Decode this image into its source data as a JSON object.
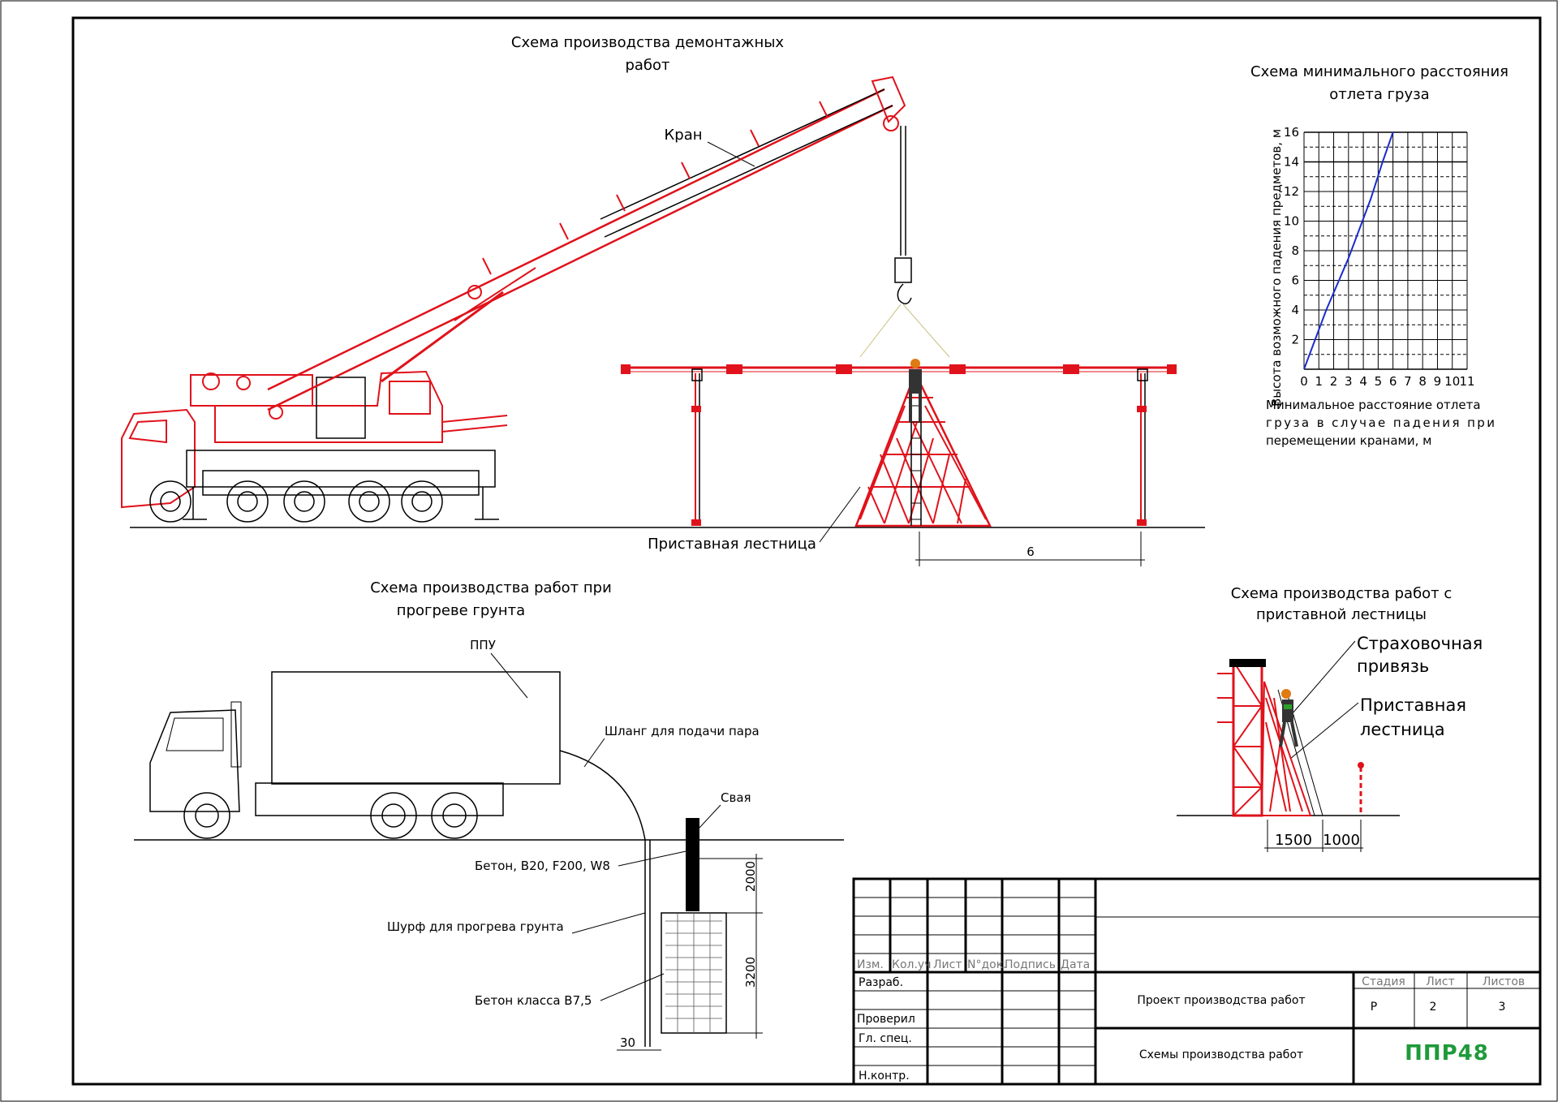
{
  "crane_scheme": {
    "title_line1": "Схема производства демонтажных",
    "title_line2": "работ",
    "crane_label": "Кран",
    "ladder_label": "Приставная лестница",
    "dimension": "6"
  },
  "distance_chart": {
    "title_line1": "Схема минимального расстояния",
    "title_line2": "отлета груза",
    "caption_line1": "Минимальное расстояние отлета",
    "caption_line2": "груза в случае падения при",
    "caption_line3": "перемещении кранами, м"
  },
  "chart_data": {
    "type": "line",
    "title": "Схема минимального расстояния отлета груза",
    "xlabel": "Минимальное расстояние отлета груза в случае падения при перемещении кранами, м",
    "ylabel": "Высота возможного падения предметов, м",
    "x_ticks": [
      "0",
      "1",
      "2",
      "3",
      "4",
      "5",
      "6",
      "7",
      "8",
      "9",
      "10",
      "11"
    ],
    "y_ticks": [
      "2",
      "4",
      "6",
      "8",
      "10",
      "12",
      "14",
      "16"
    ],
    "xlim": [
      0,
      11
    ],
    "ylim": [
      0,
      16
    ],
    "grid": true,
    "series": [
      {
        "color": "#1a2ccf",
        "x": [
          0,
          1.5,
          3,
          4.5,
          5.3,
          6
        ],
        "y": [
          0,
          4,
          7.5,
          11.5,
          14,
          16
        ]
      }
    ]
  },
  "heating_scheme": {
    "title_line1": "Схема производства работ при",
    "title_line2": "прогреве грунта",
    "ppu_label": "ППУ",
    "hose_label": "Шланг для подачи пара",
    "pile_label": "Свая",
    "concrete1_label": "Бетон, B20, F200, W8",
    "pit_label": "Шурф для прогрева грунта",
    "concrete2_label": "Бетон класса B7,5",
    "dim_2000": "2000",
    "dim_3200": "3200",
    "dim_30": "30"
  },
  "ladder_scheme": {
    "title_line1": "Схема производства работ с",
    "title_line2": "приставной лестницы",
    "harness_line1": "Страховочная",
    "harness_line2": "привязь",
    "ladder_line1": "Приставная",
    "ladder_line2": "лестница",
    "dim_1500": "1500",
    "dim_1000": "1000"
  },
  "title_block": {
    "headers": [
      "Изм.",
      "Кол.уч",
      "Лист",
      "N°док.",
      "Подпись",
      "Дата"
    ],
    "roles": [
      "Разраб.",
      "Проверил",
      "Гл. спец.",
      "Н.контр."
    ],
    "stage_header": "Стадия",
    "sheet_header": "Лист",
    "sheets_header": "Листов",
    "stage": "Р",
    "sheet": "2",
    "sheets": "3",
    "project": "Проект производства работ",
    "drawing": "Схемы производства работ",
    "logo": "ППР48",
    "logo_color": "#1f9a3a"
  }
}
